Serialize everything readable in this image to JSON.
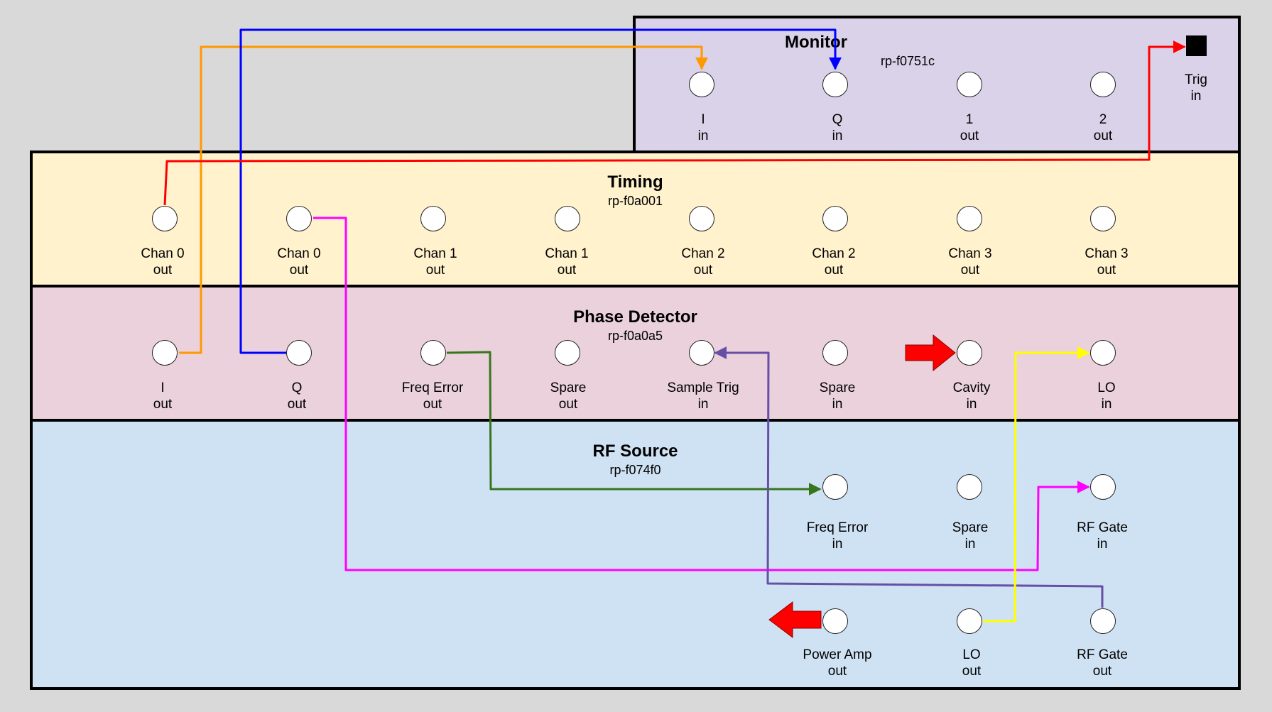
{
  "colors": {
    "background": "#d9d9d9",
    "monitor_bg": "#d9d2e9",
    "timing_bg": "#fff2cc",
    "phase_bg": "#ead1dc",
    "rf_bg": "#cfe2f3",
    "wire_orange": "#ff9900",
    "wire_blue": "#0000ff",
    "wire_red": "#ff0000",
    "wire_magenta": "#ff00ff",
    "wire_green": "#38761d",
    "wire_purple": "#674ea7",
    "wire_yellow": "#ffff00",
    "indicator_arrow": "#ff0000"
  },
  "monitor": {
    "title": "Monitor",
    "subtitle": "rp-f0751c",
    "ports": {
      "i_in": {
        "name": "I",
        "dir": "in"
      },
      "q_in": {
        "name": "Q",
        "dir": "in"
      },
      "out1": {
        "name": "1",
        "dir": "out"
      },
      "out2": {
        "name": "2",
        "dir": "out"
      },
      "trig_in": {
        "name": "Trig",
        "dir": "in"
      }
    }
  },
  "timing": {
    "title": "Timing",
    "subtitle": "rp-f0a001",
    "ports": {
      "chan0_out_a": {
        "name": "Chan 0",
        "dir": "out"
      },
      "chan0_out_b": {
        "name": "Chan 0",
        "dir": "out"
      },
      "chan1_out_a": {
        "name": "Chan 1",
        "dir": "out"
      },
      "chan1_out_b": {
        "name": "Chan 1",
        "dir": "out"
      },
      "chan2_out_a": {
        "name": "Chan 2",
        "dir": "out"
      },
      "chan2_out_b": {
        "name": "Chan 2",
        "dir": "out"
      },
      "chan3_out_a": {
        "name": "Chan 3",
        "dir": "out"
      },
      "chan3_out_b": {
        "name": "Chan 3",
        "dir": "out"
      }
    }
  },
  "phase_detector": {
    "title": "Phase Detector",
    "subtitle": "rp-f0a0a5",
    "ports": {
      "i_out": {
        "name": "I",
        "dir": "out"
      },
      "q_out": {
        "name": "Q",
        "dir": "out"
      },
      "freq_error_out": {
        "name": "Freq Error",
        "dir": "out"
      },
      "spare_out": {
        "name": "Spare",
        "dir": "out"
      },
      "sample_trig_in": {
        "name": "Sample Trig",
        "dir": "in"
      },
      "spare_in": {
        "name": "Spare",
        "dir": "in"
      },
      "cavity_in": {
        "name": "Cavity",
        "dir": "in"
      },
      "lo_in": {
        "name": "LO",
        "dir": "in"
      }
    }
  },
  "rf_source": {
    "title": "RF Source",
    "subtitle": "rp-f074f0",
    "ports": {
      "freq_error_in": {
        "name": "Freq Error",
        "dir": "in"
      },
      "spare_in": {
        "name": "Spare",
        "dir": "in"
      },
      "rf_gate_in": {
        "name": "RF Gate",
        "dir": "in"
      },
      "power_amp_out": {
        "name": "Power Amp",
        "dir": "out"
      },
      "lo_out": {
        "name": "LO",
        "dir": "out"
      },
      "rf_gate_out": {
        "name": "RF Gate",
        "dir": "out"
      }
    }
  }
}
